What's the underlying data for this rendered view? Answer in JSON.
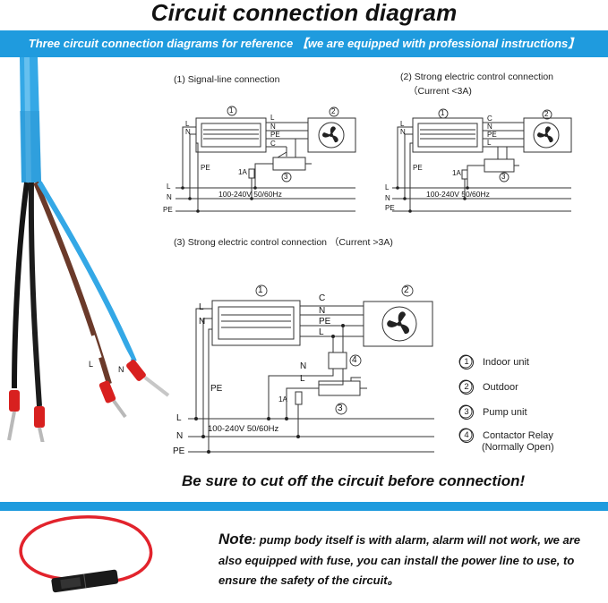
{
  "title": "Circuit connection diagram",
  "banner": "Three circuit connection diagrams for reference 【we are equipped with professional instructions】",
  "diagram1": {
    "caption": "(1)  Signal-line connection",
    "wire_labels": [
      "L",
      "N",
      "PE",
      "C"
    ],
    "left_labels": [
      "L",
      "N",
      "PE"
    ],
    "bus_labels": [
      "L",
      "N",
      "PE"
    ],
    "voltage": "100-240V  50/60Hz",
    "fuse": "1A",
    "markers": [
      "1",
      "2",
      "3"
    ]
  },
  "diagram2": {
    "caption": "(2) Strong electric control connection",
    "caption_sub": "（Current <3A)",
    "wire_labels": [
      "C",
      "N",
      "PE",
      "L"
    ],
    "left_labels": [
      "L",
      "N",
      "PE"
    ],
    "bus_labels": [
      "L",
      "N",
      "PE"
    ],
    "voltage": "100-240V  50/60Hz",
    "fuse": "1A",
    "markers": [
      "1",
      "2",
      "3"
    ]
  },
  "diagram3": {
    "caption": "(3)  Strong electric control connection  （Current >3A)",
    "wire_labels": [
      "C",
      "N",
      "PE",
      "L"
    ],
    "left_labels": [
      "L",
      "N",
      "PE"
    ],
    "relay_labels": [
      "N",
      "L"
    ],
    "bus_labels": [
      "L",
      "N",
      "PE"
    ],
    "voltage": "100-240V  50/60Hz",
    "fuse": "1A",
    "markers": [
      "1",
      "2",
      "3",
      "4"
    ]
  },
  "legend": [
    {
      "num": "1",
      "label": "Indoor unit"
    },
    {
      "num": "2",
      "label": "Outdoor"
    },
    {
      "num": "3",
      "label": "Pump unit"
    },
    {
      "num": "4",
      "label": "Contactor Relay",
      "sub": "(Normally Open)"
    }
  ],
  "cable_tags": [
    "N",
    "L"
  ],
  "warning": "Be sure to cut off the circuit before connection!",
  "note": {
    "head": "Note",
    "body": ": pump body itself is with alarm, alarm will not work, we are also equipped with fuse, you can install the power line to use, to ensure the safety of the circuit。"
  },
  "colors": {
    "banner": "#1f9bde",
    "cable": "#34a8e6",
    "brown_wire": "#6b3a2a",
    "terminal_red": "#d8201f",
    "fuse_wire": "#e2232c"
  }
}
